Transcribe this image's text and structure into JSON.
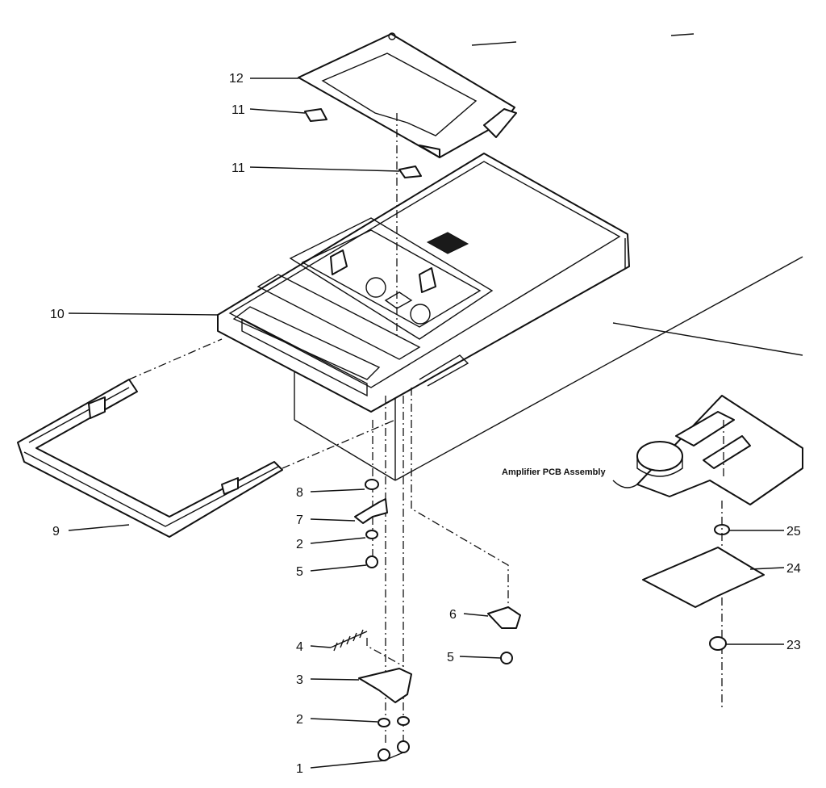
{
  "diagram": {
    "callouts": [
      {
        "id": "c12",
        "text": "12"
      },
      {
        "id": "c11a",
        "text": "11"
      },
      {
        "id": "c11b",
        "text": "11"
      },
      {
        "id": "c10",
        "text": "10"
      },
      {
        "id": "c9",
        "text": "9"
      },
      {
        "id": "c8",
        "text": "8"
      },
      {
        "id": "c7",
        "text": "7"
      },
      {
        "id": "c2a",
        "text": "2"
      },
      {
        "id": "c5a",
        "text": "5"
      },
      {
        "id": "c4",
        "text": "4"
      },
      {
        "id": "c3",
        "text": "3"
      },
      {
        "id": "c2b",
        "text": "2"
      },
      {
        "id": "c1",
        "text": "1"
      },
      {
        "id": "c6",
        "text": "6"
      },
      {
        "id": "c5b",
        "text": "5"
      },
      {
        "id": "c25",
        "text": "25"
      },
      {
        "id": "c24",
        "text": "24"
      },
      {
        "id": "c23",
        "text": "23"
      }
    ],
    "amplifier_label": "Amplifier PCB Assembly"
  }
}
